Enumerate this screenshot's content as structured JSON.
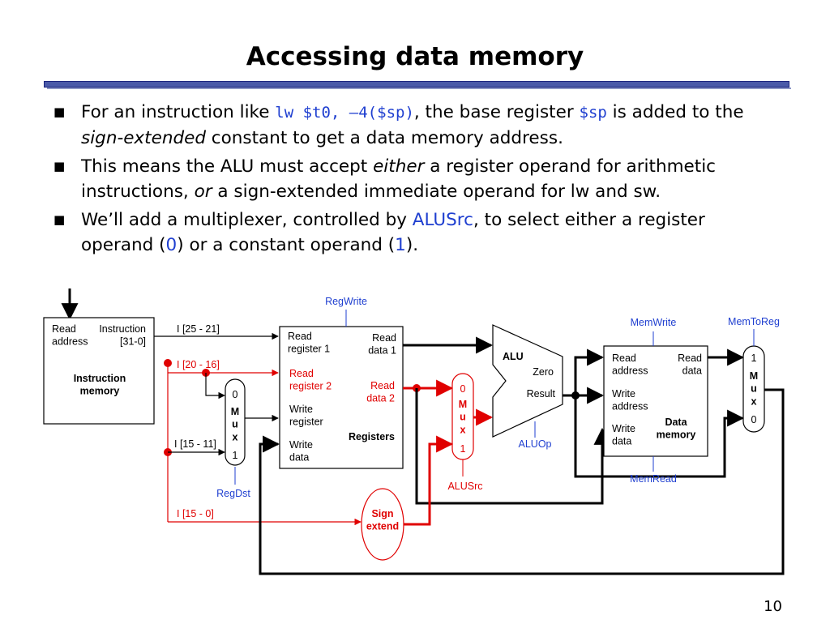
{
  "slide": {
    "title": "Accessing data memory",
    "page_number": "10"
  },
  "bullets": [
    {
      "p1": "For an instruction like ",
      "code1": "lw $t0, –4($sp)",
      "p2": ", the base register ",
      "code2": "$sp",
      "p3": " is added to the ",
      "em1": "sign-extended",
      "p4": " constant to get a data memory address."
    },
    {
      "p1": "This means the ALU must accept ",
      "em1": "either",
      "p2": " a register operand for arithmetic instructions, ",
      "em2": "or",
      "p3": " a sign-extended immediate operand for lw and sw."
    },
    {
      "p1": "We’ll add a multiplexer, controlled by ",
      "hl1": "ALUSrc",
      "p2": ", to select either a register operand (",
      "hl2": "0",
      "p3": ") or a constant operand (",
      "hl3": "1",
      "p4": ")."
    }
  ],
  "diagram": {
    "instr_mem": {
      "read_address": "Read\naddress",
      "instruction": "Instruction\n[31-0]",
      "name": "Instruction\nmemory"
    },
    "fields": {
      "rs": "I [25 - 21]",
      "rt": "I [20 - 16]",
      "rd": "I [15 - 11]",
      "imm": "I [15 - 0]"
    },
    "regdst_mux": {
      "in0": "0",
      "in1": "1",
      "label": "M\nu\nx",
      "control": "RegDst"
    },
    "registers": {
      "read_reg1": "Read\nregister 1",
      "read_reg2": "Read\nregister 2",
      "write_reg": "Write\nregister",
      "write_data": "Write\ndata",
      "read_data1": "Read\ndata 1",
      "read_data2": "Read\ndata 2",
      "name": "Registers",
      "control": "RegWrite"
    },
    "alusrc_mux": {
      "in0": "0",
      "in1": "1",
      "label": "M\nu\nx",
      "control": "ALUSrc"
    },
    "sign_extend": {
      "label": "Sign\nextend"
    },
    "alu": {
      "name": "ALU",
      "zero": "Zero",
      "result": "Result",
      "control": "ALUOp"
    },
    "data_mem": {
      "read_address": "Read\naddress",
      "write_address": "Write\naddress",
      "write_data": "Write\ndata",
      "read_data": "Read\ndata",
      "name": "Data\nmemory",
      "control_top": "MemWrite",
      "control_bottom": "MemRead"
    },
    "memtoreg_mux": {
      "in1": "1",
      "in0": "0",
      "label": "M\nu\nx",
      "control": "MemToReg"
    },
    "colors": {
      "highlight": "#e00000",
      "control": "#1f3fd0",
      "wire": "#000000"
    }
  }
}
